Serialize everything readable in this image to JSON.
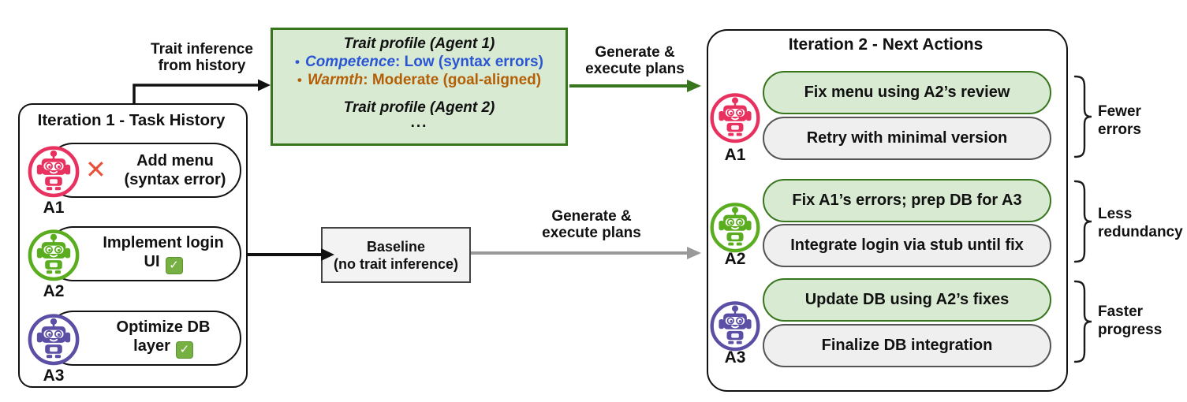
{
  "icons": {
    "x_mark": "✕",
    "check": "✓",
    "bullet": "•",
    "ellipsis": "..."
  },
  "left_panel": {
    "title": "Iteration 1 - Task History",
    "rows": [
      {
        "agent": "A1",
        "line1": "Add menu",
        "line2": "(syntax error)",
        "status": "error"
      },
      {
        "agent": "A2",
        "line1": "Implement login",
        "line2": "UI",
        "status": "success"
      },
      {
        "agent": "A3",
        "line1": "Optimize DB",
        "line2": "layer",
        "status": "success"
      }
    ]
  },
  "trait_box": {
    "title_agent1": "Trait profile (Agent 1)",
    "competence_label": "Competence",
    "competence_value": ": Low (syntax errors)",
    "warmth_label": "Warmth",
    "warmth_value": ": Moderate (goal-aligned)",
    "title_agent2": "Trait profile (Agent 2)"
  },
  "baseline_box": {
    "line1": "Baseline",
    "line2": "(no trait inference)"
  },
  "arrows": {
    "trait_inference": {
      "line1": "Trait inference",
      "line2": "from history"
    },
    "generate_top": {
      "line1": "Generate &",
      "line2": "execute plans"
    },
    "generate_bottom": {
      "line1": "Generate &",
      "line2": "execute plans"
    }
  },
  "right_panel": {
    "title": "Iteration 2 - Next Actions",
    "rows": [
      {
        "agent": "A1",
        "primary_action": "Fix menu using A2’s review",
        "secondary_action": "Retry with minimal version",
        "outcome": {
          "line1": "Fewer",
          "line2": "errors"
        }
      },
      {
        "agent": "A2",
        "primary_action": "Fix A1’s errors; prep DB for A3",
        "secondary_action": "Integrate login via stub until fix",
        "outcome": {
          "line1": "Less",
          "line2": "redundancy"
        }
      },
      {
        "agent": "A3",
        "primary_action": "Update DB using A2’s fixes",
        "secondary_action": "Finalize DB integration",
        "outcome": {
          "line1": "Faster",
          "line2": "progress"
        }
      }
    ]
  },
  "colors": {
    "agent_a1": "#e8315f",
    "agent_a2": "#5aad1e",
    "agent_a3": "#5a4fa5",
    "green_fill": "#d9ead3",
    "green_border": "#38761d",
    "gray_fill": "#efefef",
    "gray_border": "#545454",
    "competence_blue": "#2a56d4",
    "warmth_orange": "#b45f06",
    "error_red": "#e8503a",
    "check_green": "#76b043",
    "arrow_gray": "#999999",
    "arrow_green": "#38761d",
    "arrow_black": "#111111"
  }
}
